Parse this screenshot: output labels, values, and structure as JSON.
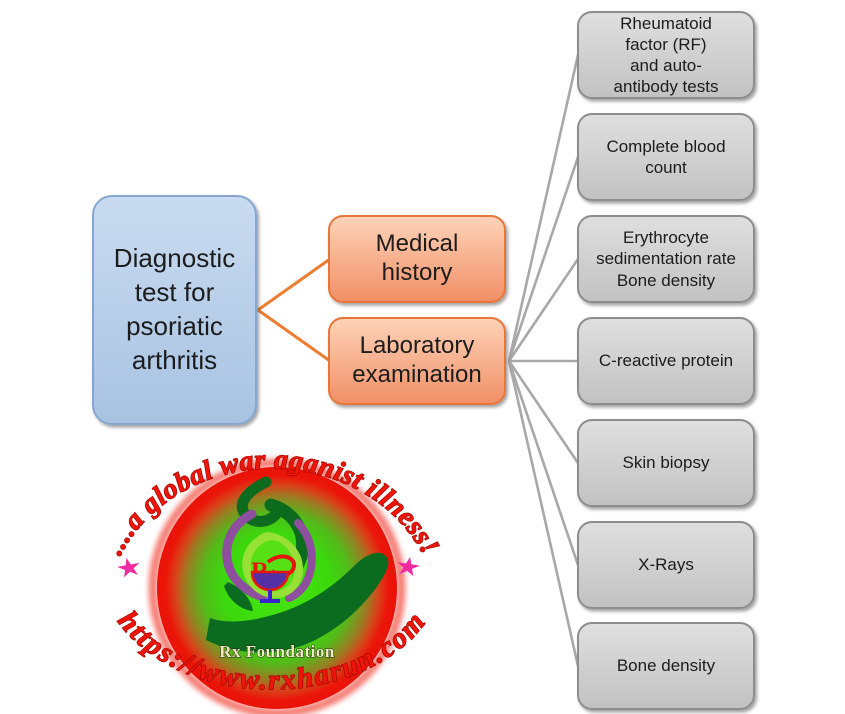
{
  "diagram": {
    "root": {
      "label": "Diagnostic\ntest for\npsoriatic\narthritis"
    },
    "branches": [
      {
        "label": "Medical\nhistory"
      },
      {
        "label": "Laboratory\nexamination"
      }
    ],
    "tests": [
      {
        "label": "Rheumatoid\nfactor (RF)\nand auto-\nantibody tests"
      },
      {
        "label": "Complete blood\ncount"
      },
      {
        "label": "Erythrocyte\nsedimentation rate\nBone density"
      },
      {
        "label": "C-reactive protein"
      },
      {
        "label": "Skin biopsy"
      },
      {
        "label": "X-Rays"
      },
      {
        "label": "Bone density"
      }
    ]
  },
  "logo": {
    "arc_top": "....a global war aganist illness!",
    "arc_bottom": "https://www.rxharun.com",
    "foundation": "Rx Foundation",
    "rx_symbol": "R"
  },
  "colors": {
    "root_fill": "#b7cde9",
    "root_border": "#85a7cf",
    "branch_fill": "#f6b38c",
    "branch_border": "#ed7d31",
    "test_fill": "#d2d2d2",
    "test_border": "#8d8d8d",
    "connector_orange": "#ed7d31",
    "connector_gray": "#a8a8a8",
    "logo_red": "#ee1408",
    "star_magenta": "#f22aa2",
    "orb_green": "#3fe50d",
    "leaf_green": "#0c6b1d",
    "swirl_purple": "#8e4f9e"
  }
}
